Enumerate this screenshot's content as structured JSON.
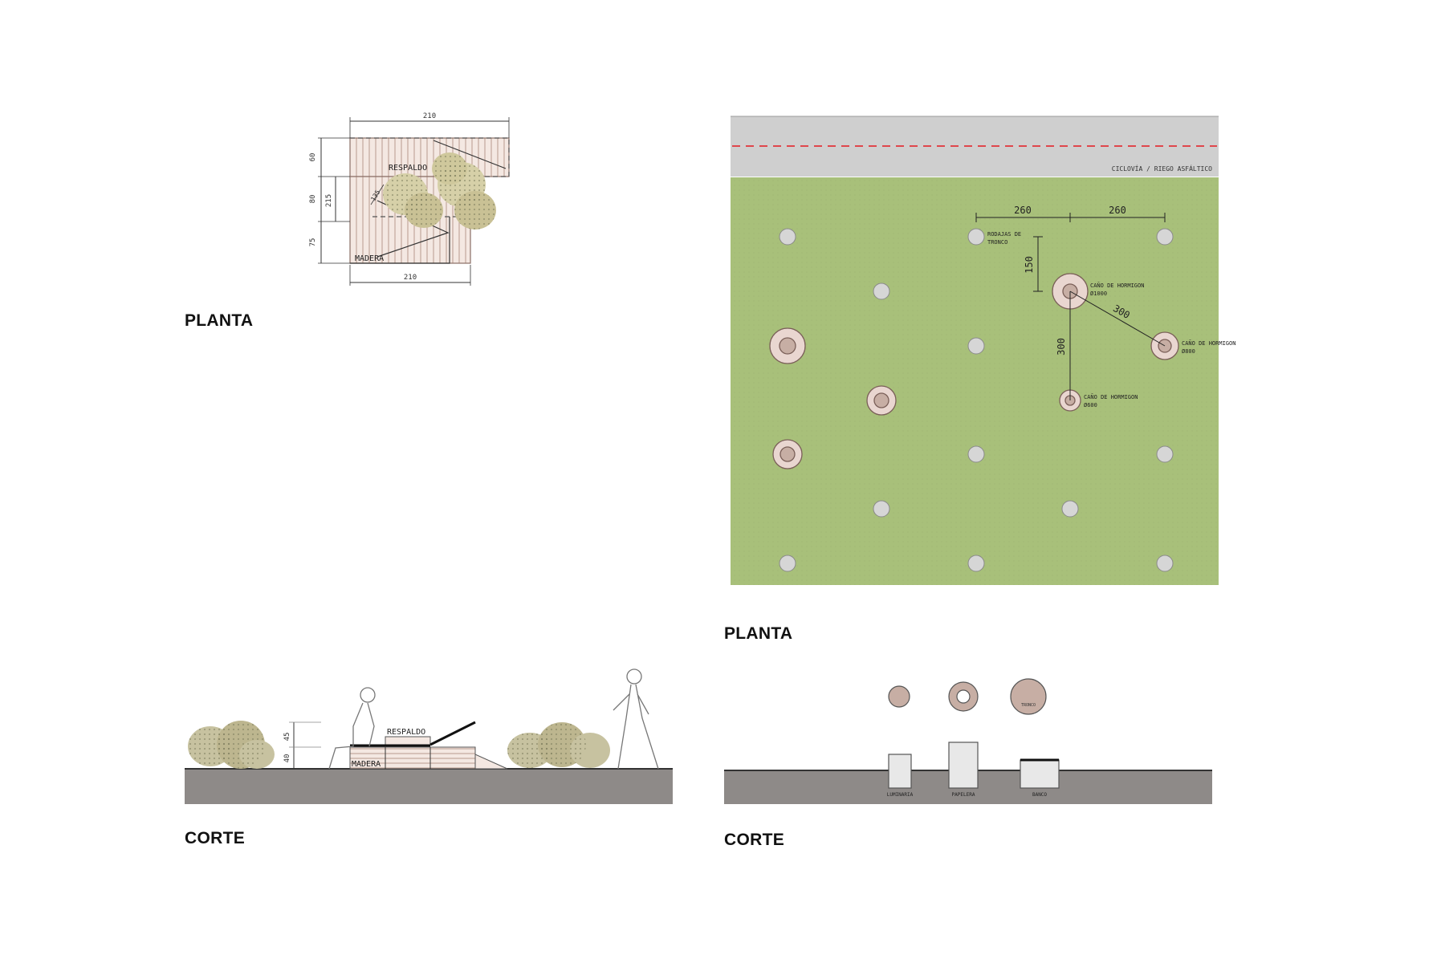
{
  "titles": {
    "bench_plan": "PLANTA",
    "bench_section": "CORTE",
    "site_plan": "PLANTA",
    "site_section": "CORTE"
  },
  "bench_plan": {
    "dim_top": "210",
    "dim_bottom": "210",
    "dim_left_1": "60",
    "dim_left_2": "80",
    "dim_left_3": "75",
    "dim_left_total": "215",
    "dim_diag": "135",
    "label_respaldo": "RESPALDO",
    "label_madera": "MADERA"
  },
  "bench_section": {
    "dim_1": "45",
    "dim_2": "40",
    "label_respaldo": "RESPALDO",
    "label_madera": "MADERA"
  },
  "site_plan": {
    "road_label": "CICLOVÍA / RIEGO ASFÁLTICO",
    "dim_h1": "260",
    "dim_h2": "260",
    "dim_v1": "150",
    "dim_v2": "300",
    "dim_diag": "300",
    "label_rodajas_1": "RODAJAS DE",
    "label_rodajas_2": "TRONCO",
    "label_cano_large_1": "CAÑO DE HORMIGON",
    "label_cano_large_2": "Ø1000",
    "label_cano_right_1": "CAÑO DE HORMIGON",
    "label_cano_right_2": "Ø800",
    "label_cano_small_1": "CAÑO DE HORMIGON",
    "label_cano_small_2": "Ø600"
  },
  "site_section": {
    "label_luminaria": "LUMINARIA",
    "label_papelera": "PAPELERA",
    "label_banco": "BANCO",
    "label_tronco": "TRONCO"
  },
  "colors": {
    "grass": "#a8c07a",
    "road": "#cfcfcf",
    "road_dash": "#e0474c",
    "ground": "#8e8a88",
    "pipe_outer": "#e9d6d0",
    "pipe_inner": "#c7aea4",
    "shrub": "#c7c2a0",
    "post": "#d6d6d6"
  }
}
